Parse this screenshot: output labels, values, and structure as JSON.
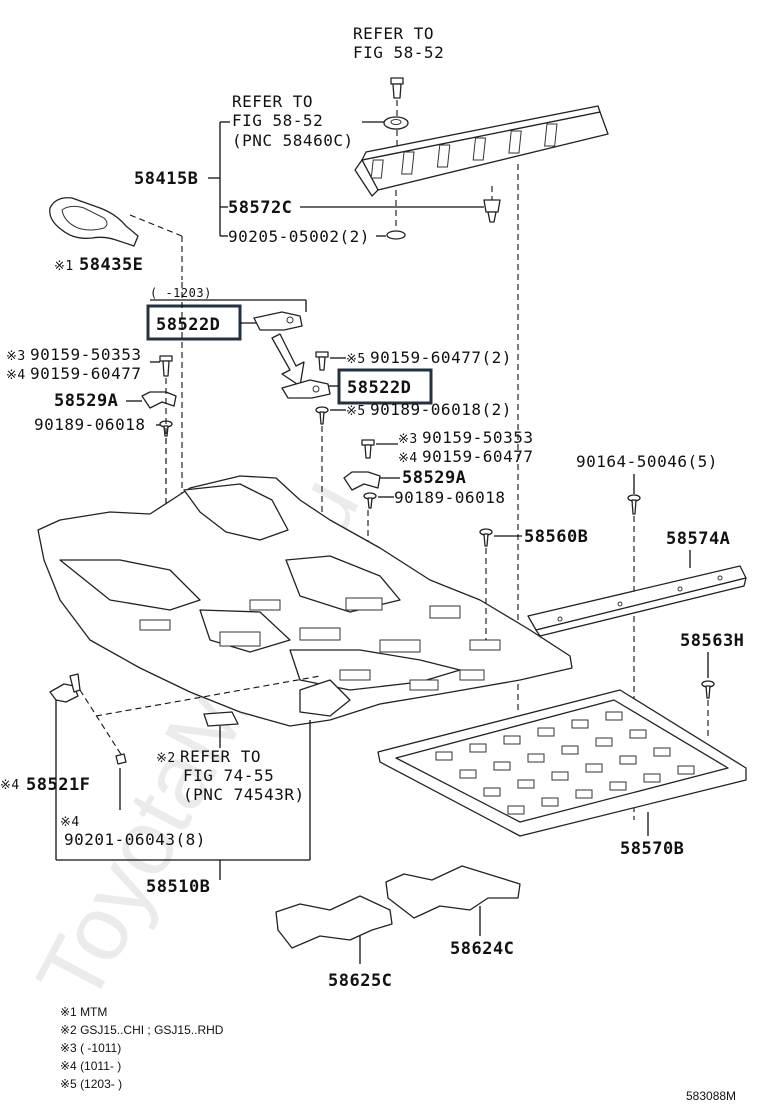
{
  "watermark": "ToyotaMine.ru",
  "refer_top": {
    "line1": "REFER TO",
    "line2": "FIG 58-52"
  },
  "refer_mid": {
    "line1": "REFER TO",
    "line2": "FIG 58-52",
    "line3": "(PNC 58460C)"
  },
  "labels": {
    "p58415B": "58415B",
    "p58572C": "58572C",
    "p90205": "90205-05002(2)",
    "p58435E": "58435E",
    "p58435E_mark": "※1",
    "range_1203": "(     -1203)",
    "p58522D_a": "58522D",
    "p58522D_b": "58522D",
    "p90159_50353_a": "90159-50353",
    "p90159_50353_a_mark": "※3",
    "p90159_60477_a": "90159-60477",
    "p90159_60477_a_mark": "※4",
    "p58529A_a": "58529A",
    "p90189_06018_a": "90189-06018",
    "p90159_60477_2": "90159-60477(2)",
    "p90159_60477_2_mark": "※5",
    "p90189_06018_2": "90189-06018(2)",
    "p90189_06018_2_mark": "※5",
    "p90159_50353_b": "90159-50353",
    "p90159_50353_b_mark": "※3",
    "p90159_60477_b": "90159-60477",
    "p90159_60477_b_mark": "※4",
    "p58529A_b": "58529A",
    "p90189_06018_b": "90189-06018",
    "p90164": "90164-50046(5)",
    "p58560B": "58560B",
    "p58574A": "58574A",
    "p58563H": "58563H",
    "p58521F": "58521F",
    "p58521F_mark": "※4",
    "p90201_mark": "※4",
    "p90201": "90201-06043(8)",
    "refer2_mark": "※2",
    "refer2_l1": "REFER TO",
    "refer2_l2": "FIG 74-55",
    "refer2_l3": "(PNC 74543R)",
    "p58510B": "58510B",
    "p58570B": "58570B",
    "p58624C": "58624C",
    "p58625C": "58625C"
  },
  "notes": [
    "※1 MTM",
    "※2 GSJ15..CHI ; GSJ15..RHD",
    "※3 (      -1011)",
    "※4 (1011-      )",
    "※5 (1203-      )"
  ],
  "figure_code": "583088M"
}
